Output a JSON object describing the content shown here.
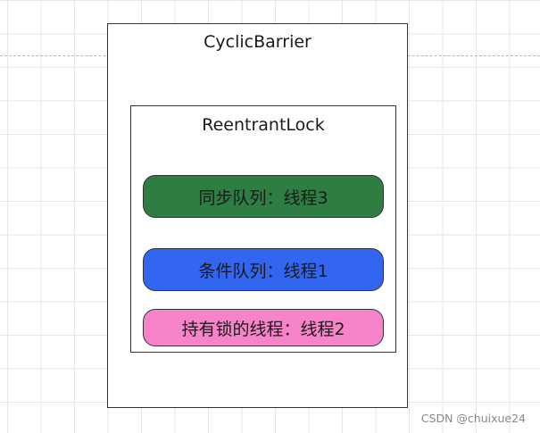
{
  "diagram": {
    "outer": {
      "label": "CyclicBarrier"
    },
    "inner": {
      "label": "ReentrantLock"
    },
    "queues": [
      {
        "label": "同步队列：线程3",
        "color": "#2e7d43"
      },
      {
        "label": "条件队列：线程1",
        "color": "#3366f0"
      },
      {
        "label": "持有锁的线程：线程2",
        "color": "#f783c8"
      }
    ]
  },
  "watermark": "CSDN @chuixue24"
}
